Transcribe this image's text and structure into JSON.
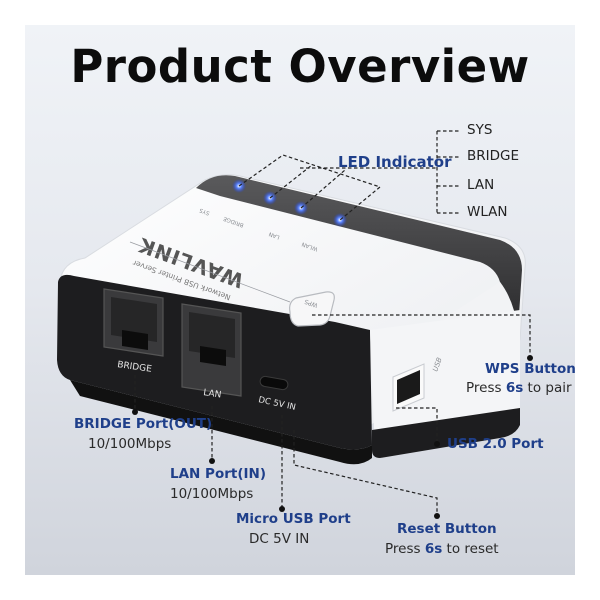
{
  "title": "Product Overview",
  "device": {
    "brand": "WAVLINK",
    "subtitle": "Network USB Printer Server",
    "top_led_labels": [
      "SYS",
      "BRIDGE",
      "LAN",
      "WLAN"
    ],
    "port_labels": {
      "bridge": "BRIDGE",
      "lan": "LAN",
      "dc": "DC 5V IN",
      "usb": "USB",
      "wps": "WPS"
    },
    "led_color": "#2f5bff"
  },
  "callouts": {
    "led": {
      "label": "LED Indicator",
      "items": [
        "SYS",
        "BRIDGE",
        "LAN",
        "WLAN"
      ]
    },
    "wps": {
      "label": "WPS Button",
      "desc_prefix": "Press ",
      "desc_em": "6s",
      "desc_suffix": " to pair"
    },
    "usb": {
      "label": "USB 2.0 Port"
    },
    "bridge": {
      "label": "BRIDGE Port(OUT)",
      "desc": "10/100Mbps"
    },
    "lan": {
      "label": "LAN Port(IN)",
      "desc": "10/100Mbps"
    },
    "micro_usb": {
      "label": "Micro USB Port",
      "desc": "DC 5V IN"
    },
    "reset": {
      "label": "Reset Button",
      "desc_prefix": "Press ",
      "desc_em": "6s",
      "desc_suffix": " to reset"
    }
  },
  "colors": {
    "accent": "#1f3f8a",
    "text": "#2a2a2a",
    "panel_top": "#f0f3f7",
    "panel_bottom": "#d0d4dc",
    "device_white": "#f4f5f7",
    "device_black": "#1d1d1f"
  }
}
